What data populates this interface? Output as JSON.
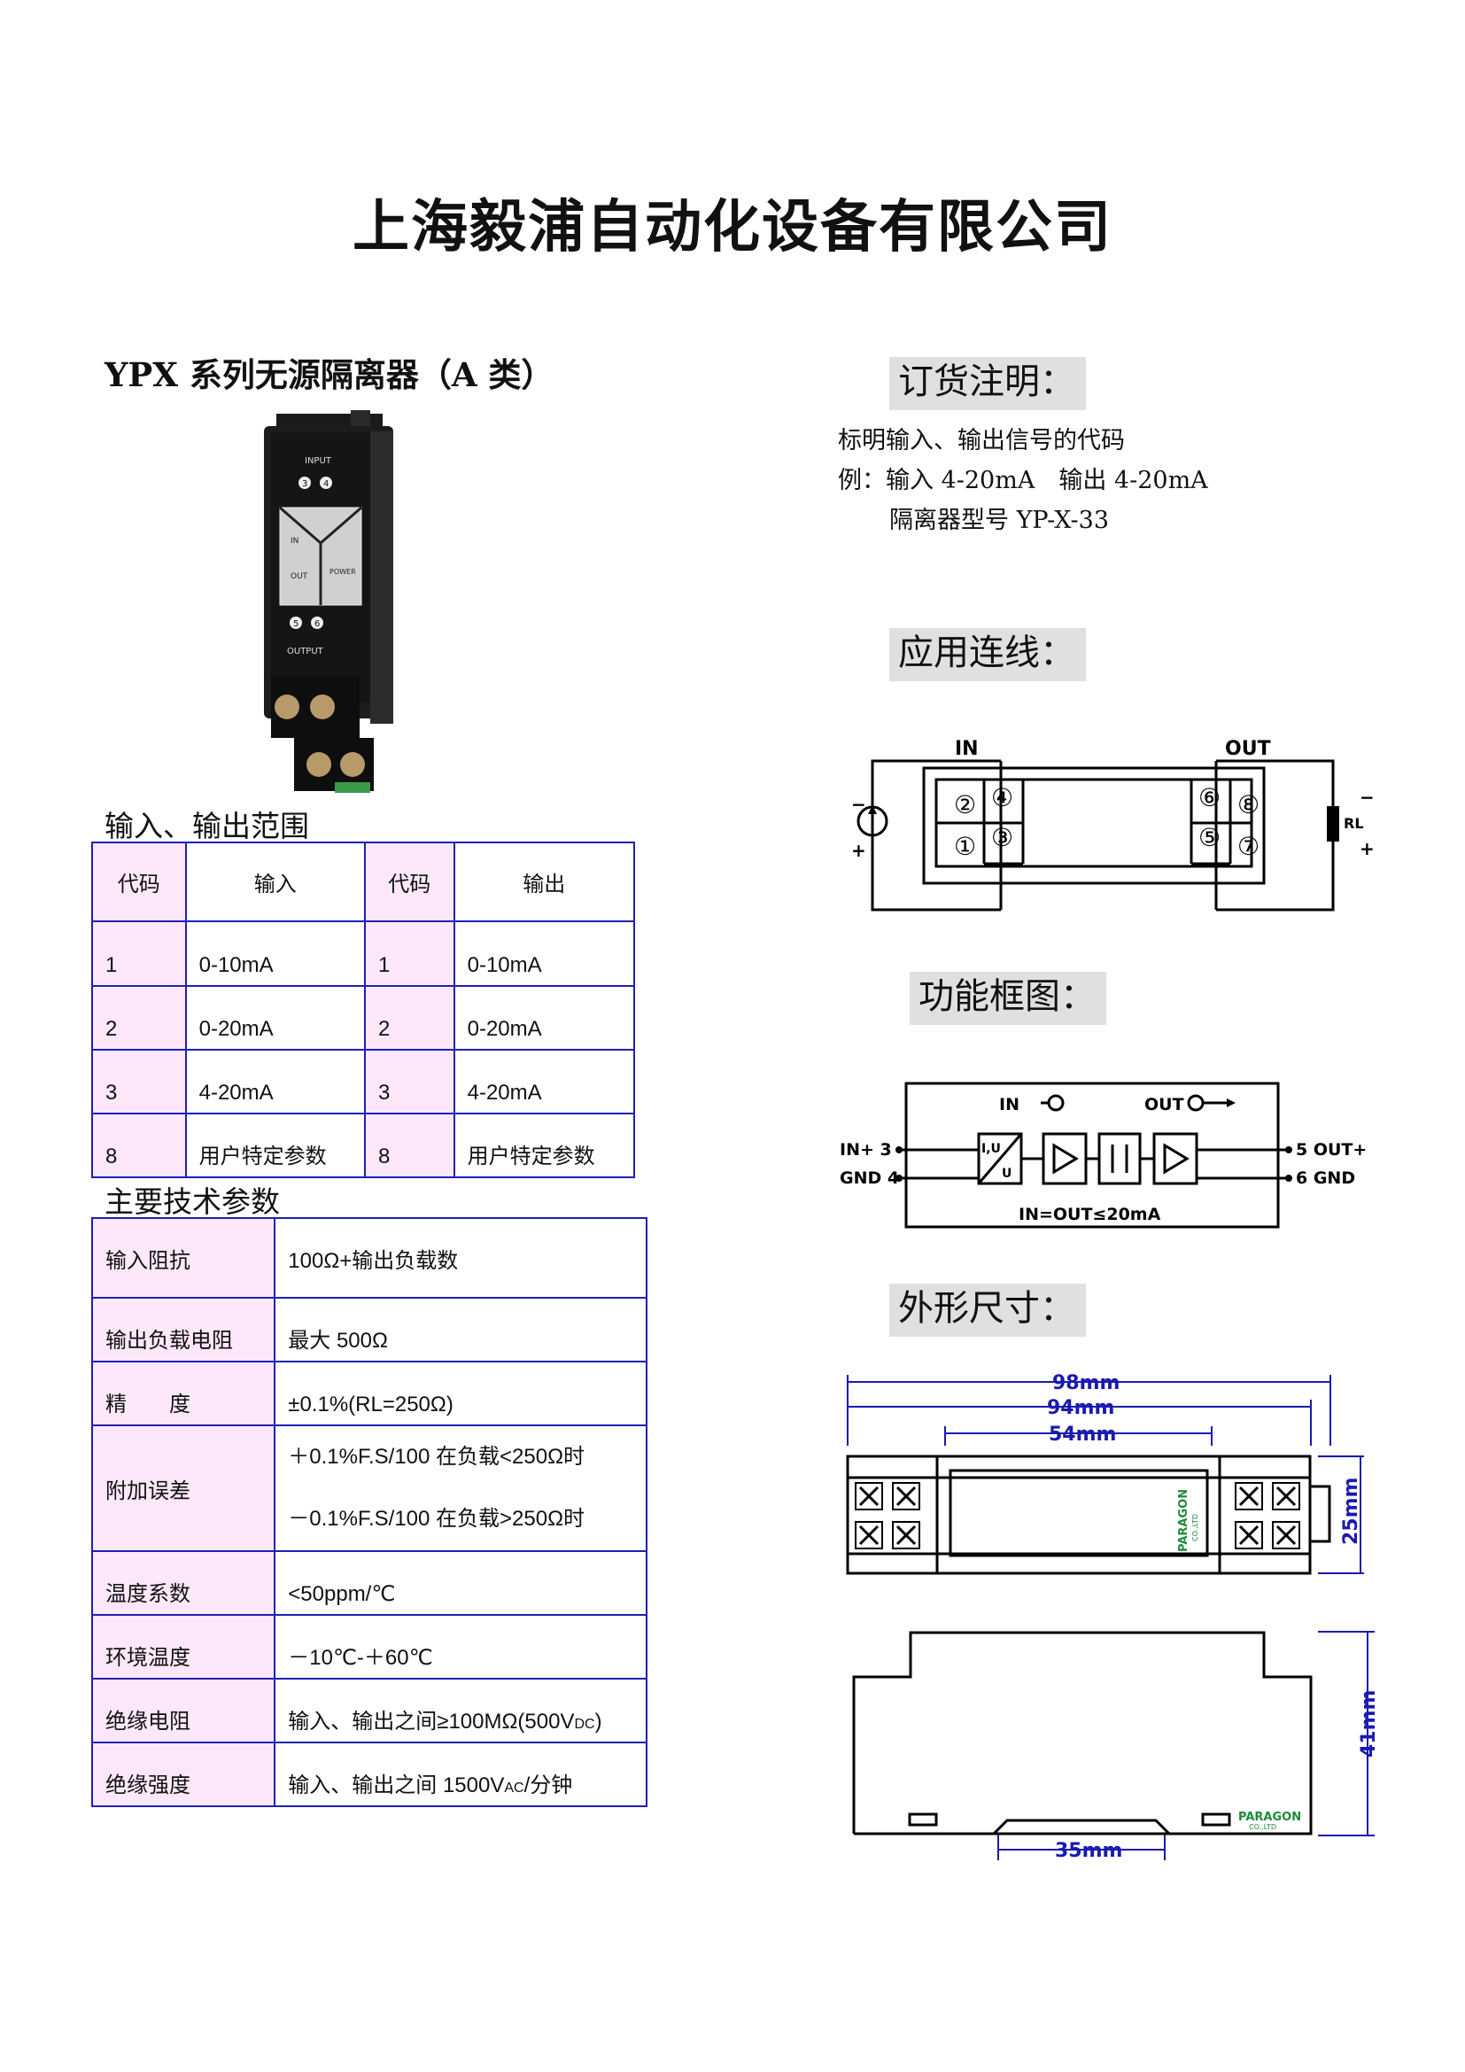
{
  "company_title": "上海毅浦自动化设备有限公司",
  "product_title": "YPX 系列无源隔离器（A 类）",
  "ordering": {
    "heading": "订货注明：",
    "line1": "标明输入、输出信号的代码",
    "line2": "例：输入 4-20mA　输出 4-20mA",
    "line3": "隔离器型号 YP-X-33"
  },
  "wiring": {
    "heading": "应用连线：",
    "in": "IN",
    "out": "OUT",
    "rl": "RL",
    "t1": "①",
    "t2": "②",
    "t3": "③",
    "t4": "④",
    "t5": "⑤",
    "t6": "⑥",
    "t7": "⑦",
    "t8": "⑧"
  },
  "block_diagram": {
    "heading": "功能框图：",
    "in_top": "IN",
    "out_top": "OUT",
    "in_plus": "IN+ 3",
    "gnd_in": "GND 4",
    "out_plus": "5  OUT+",
    "gnd_out": "6  GND",
    "iu": "I,U",
    "u": "U",
    "equation": "IN=OUT≤20mA"
  },
  "dimensions": {
    "heading": "外形尺寸：",
    "d98": "98mm",
    "d94": "94mm",
    "d54": "54mm",
    "d25": "25mm",
    "d41": "41mm",
    "d35": "35mm",
    "brand": "PARAGON",
    "brand_sub": "CO.,LTD"
  },
  "device_photo": {
    "input": "INPUT",
    "output": "OUTPUT",
    "t3": "3",
    "t4": "4",
    "t5": "5",
    "t6": "6",
    "in_lbl": "IN",
    "out_lbl": "OUT",
    "power_lbl": "POWER"
  },
  "io_table": {
    "heading": "输入、输出范围",
    "headers": [
      "代码",
      "输入",
      "代码",
      "输出"
    ],
    "rows": [
      [
        "1",
        "0-10mA",
        "1",
        "0-10mA"
      ],
      [
        "2",
        "0-20mA",
        "2",
        "0-20mA"
      ],
      [
        "3",
        "4-20mA",
        "3",
        "4-20mA"
      ],
      [
        "8",
        "用户特定参数",
        "8",
        "用户特定参数"
      ]
    ]
  },
  "spec_table": {
    "heading": "主要技术参数",
    "rows": [
      {
        "name": "输入阻抗",
        "value": "100Ω+输出负载数"
      },
      {
        "name": "输出负载电阻",
        "value": "最大 500Ω"
      },
      {
        "name": "精　　度",
        "value": "±0.1%(RL=250Ω)"
      },
      {
        "name": "附加误差",
        "value": "＋0.1%F.S/100 在负载<250Ω时",
        "value2": "－0.1%F.S/100 在负载>250Ω时"
      },
      {
        "name": "温度系数",
        "value": "<50ppm/℃"
      },
      {
        "name": "环境温度",
        "value": "－10℃-＋60℃"
      },
      {
        "name": "绝缘电阻",
        "value": "输入、输出之间≥100MΩ(500V",
        "sub": "DC",
        "tail": ")"
      },
      {
        "name": "绝缘强度",
        "value": "输入、输出之间 1500V",
        "sub": "AC",
        "tail": "/分钟"
      }
    ]
  }
}
